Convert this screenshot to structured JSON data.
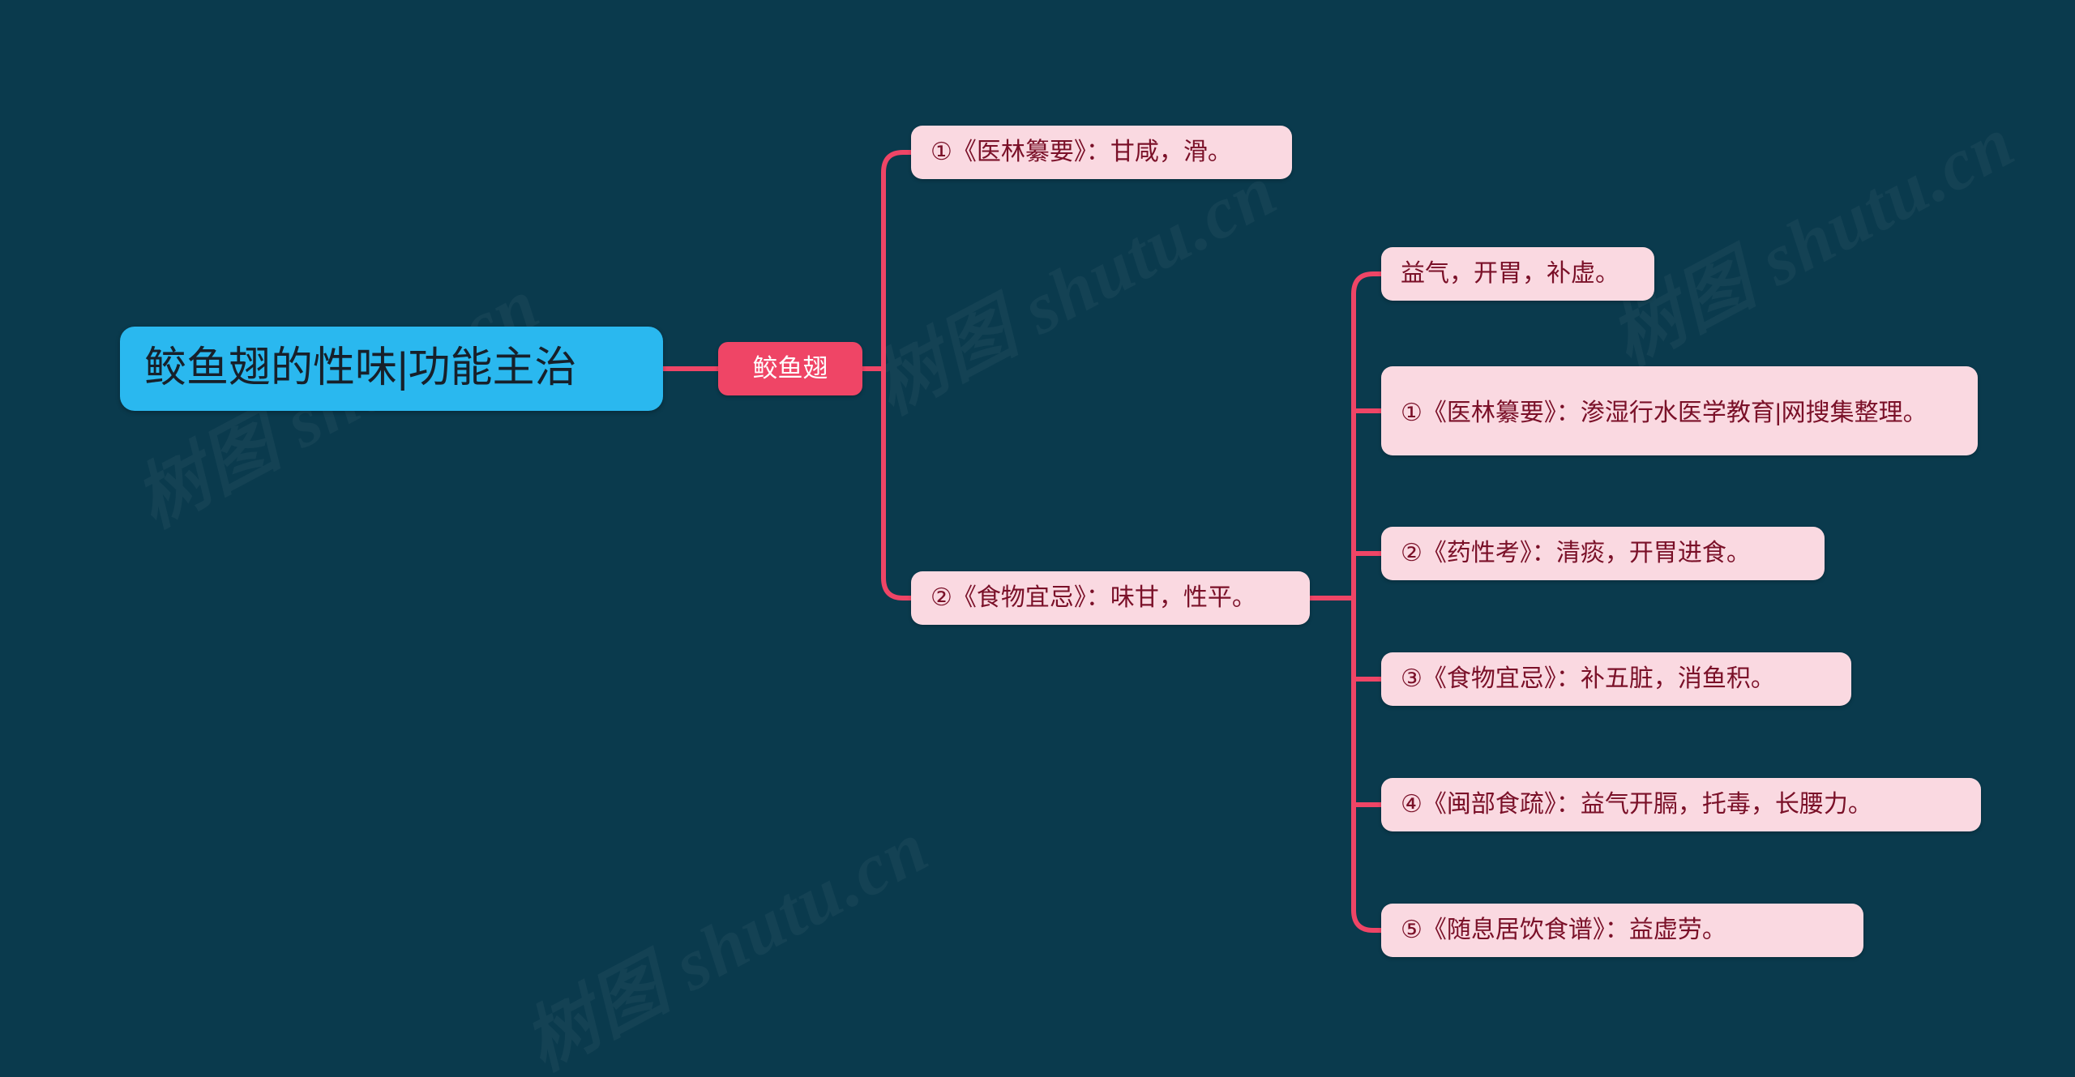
{
  "colors": {
    "background": "#0a3a4d",
    "root_node": "#2ab8ef",
    "root_text": "#17202a",
    "center_node": "#ef4566",
    "center_text": "#ffffff",
    "leaf_node": "#fad9e1",
    "leaf_text": "#7a1028",
    "edge": "#ef4566"
  },
  "watermark": {
    "text": "树图 shutu.cn"
  },
  "mindmap": {
    "root": {
      "label": "鲛鱼翅的性味|功能主治"
    },
    "center": {
      "label": "鲛鱼翅"
    },
    "branches": [
      {
        "id": "b1",
        "label": "①《医林纂要》：甘咸，滑。",
        "children": []
      },
      {
        "id": "b2",
        "label": "②《食物宜忌》：味甘，性平。",
        "children": [
          {
            "id": "c1",
            "label": "益气，开胃，补虚。"
          },
          {
            "id": "c2",
            "label": "①《医林纂要》：渗湿行水医学教育|网搜集整理。"
          },
          {
            "id": "c3",
            "label": "②《药性考》：清痰，开胃进食。"
          },
          {
            "id": "c4",
            "label": "③《食物宜忌》：补五脏，消鱼积。"
          },
          {
            "id": "c5",
            "label": "④《闽部食疏》：益气开膈，托毒，长腰力。"
          },
          {
            "id": "c6",
            "label": "⑤《随息居饮食谱》：益虚劳。"
          }
        ]
      }
    ]
  }
}
